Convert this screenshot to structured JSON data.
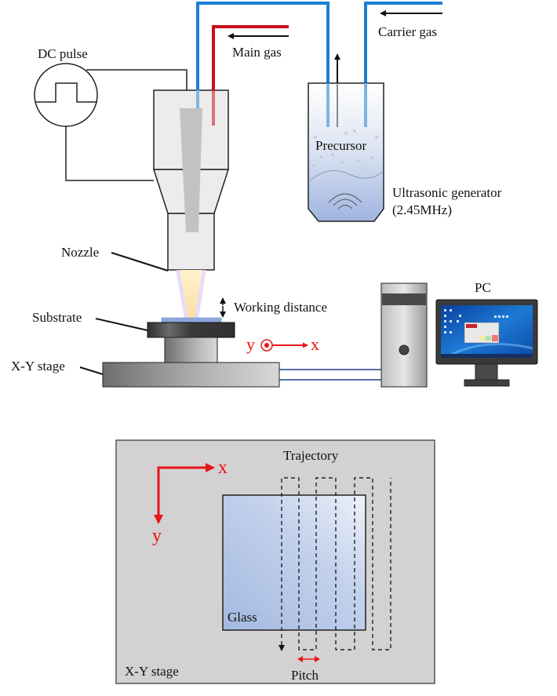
{
  "top_panel": {
    "labels": {
      "dc_pulse": "DC pulse",
      "main_gas": "Main gas",
      "carrier_gas": "Carrier gas",
      "precursor": "Precursor",
      "ultrasonic_line1": "Ultrasonic generator",
      "ultrasonic_line2": "(2.45MHz)",
      "nozzle": "Nozzle",
      "working_distance": "Working distance",
      "substrate": "Substrate",
      "xy_stage": "X-Y stage",
      "pc": "PC",
      "axis_y": "y",
      "axis_x": "x"
    }
  },
  "bottom_panel": {
    "labels": {
      "trajectory": "Trajectory",
      "axis_x": "x",
      "axis_y": "y",
      "glass": "Glass",
      "pitch": "Pitch",
      "xy_stage": "X-Y stage"
    }
  },
  "colors": {
    "carrier_pipe": "#1a7fd4",
    "main_gas_pipe": "#c8101e",
    "axis_red": "#e8141a",
    "stage_bg": "#d3d1d1",
    "cable": "#1c3f8f"
  }
}
